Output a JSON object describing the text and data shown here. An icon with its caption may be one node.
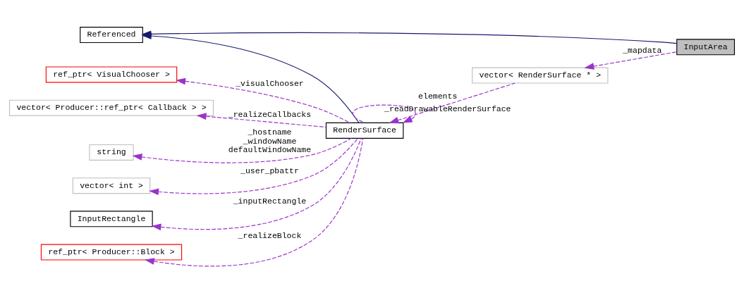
{
  "diagram": {
    "nodes": [
      {
        "text": [
          "Referenced"
        ]
      },
      {
        "text": [
          "InputArea"
        ]
      },
      {
        "text": [
          "ref_ptr< VisualChooser >"
        ]
      },
      {
        "text": [
          "vector< Producer::ref_ptr< Callback > >"
        ]
      },
      {
        "text": [
          "vector< RenderSurface * >"
        ]
      },
      {
        "text": [
          "RenderSurface"
        ]
      },
      {
        "text": [
          "string"
        ]
      },
      {
        "text": [
          "vector< int >"
        ]
      },
      {
        "text": [
          "InputRectangle"
        ]
      },
      {
        "text": [
          "ref_ptr< Producer::Block >"
        ]
      }
    ],
    "edges": [
      {
        "from": 1,
        "to": 0,
        "arrow": "to",
        "color": "#191970"
      },
      {
        "from": 5,
        "to": 0,
        "arrow": "to",
        "color": "#191970"
      },
      {
        "from": 1,
        "to": 4,
        "arrow": "to",
        "label": "_mapdata",
        "style": "dashed"
      },
      {
        "from": 4,
        "to": 5,
        "arrow": "to",
        "label": "elements",
        "style": "dashed"
      },
      {
        "from": 5,
        "to": 2,
        "arrow": "to",
        "label": "_visualChooser",
        "style": "dashed"
      },
      {
        "from": 5,
        "to": 3,
        "arrow": "to",
        "label": "_realizeCallbacks",
        "style": "dashed"
      },
      {
        "from": 5,
        "to": 5,
        "arrow": "to",
        "label": "_readDrawableRenderSurface",
        "style": "dashed"
      },
      {
        "from": 5,
        "to": 6,
        "arrow": "to",
        "label": "_hostname _windowName defaultWindowName",
        "style": "dashed"
      },
      {
        "from": 5,
        "to": 7,
        "arrow": "to",
        "label": "_user_pbattr",
        "style": "dashed"
      },
      {
        "from": 5,
        "to": 8,
        "arrow": "to",
        "label": "_inputRectangle",
        "style": "dashed"
      },
      {
        "from": 5,
        "to": 9,
        "arrow": "to",
        "label": "_realizeBlock",
        "style": "dashed"
      }
    ]
  }
}
